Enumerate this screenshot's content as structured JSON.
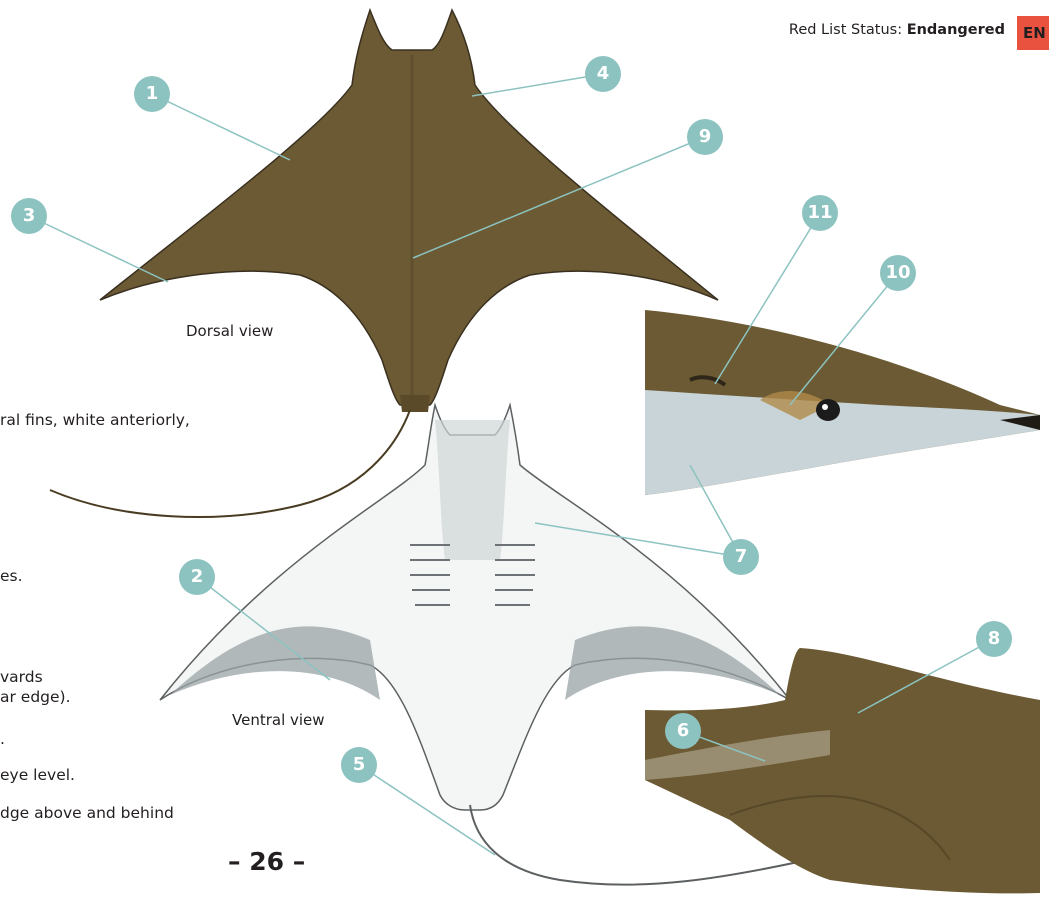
{
  "header": {
    "status_prefix": "Red List Status: ",
    "status_value": "Endangered",
    "status_code": "EN"
  },
  "captions": {
    "dorsal": "Dorsal view",
    "ventral": "Ventral view"
  },
  "text_fragments": [
    "ral fins, white anteriorly,",
    "es.",
    "vards",
    "ar edge).",
    ".",
    "eye level.",
    "dge above and behind"
  ],
  "page_number": "– 26 –",
  "callouts": [
    "1",
    "2",
    "3",
    "4",
    "5",
    "6",
    "7",
    "8",
    "9",
    "10",
    "11"
  ],
  "colors": {
    "dorsal_body": "#6b5a33",
    "dorsal_edge": "#3a3020",
    "ventral_white": "#f4f6f6",
    "ventral_grey": "#9aa3a6",
    "callout_teal": "#8cc3c0",
    "status_red": "#e8523f"
  }
}
